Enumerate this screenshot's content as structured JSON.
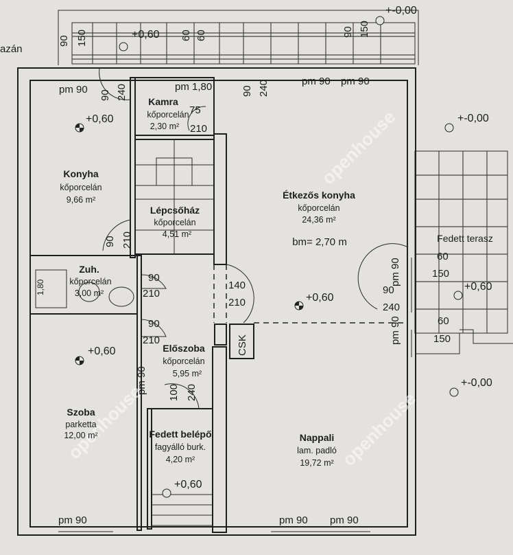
{
  "rooms": {
    "konyha": {
      "name": "Konyha",
      "floor": "kőporcelán",
      "area": "9,66 m²"
    },
    "kamra": {
      "name": "Kamra",
      "floor": "kőporcelán",
      "area": "2,30 m²"
    },
    "lepcsohaz": {
      "name": "Lépcsőház",
      "floor": "kőporcelán",
      "area": "4,51 m²"
    },
    "etkezos": {
      "name": "Étkezős konyha",
      "floor": "kőporcelán",
      "area": "24,36 m²",
      "height": "bm= 2,70 m"
    },
    "zuh": {
      "name": "Zuh.",
      "floor": "kőporcelán",
      "area": "3,00 m²"
    },
    "szoba": {
      "name": "Szoba",
      "floor": "parketta",
      "area": "12,00 m²"
    },
    "eloszoba": {
      "name": "Előszoba",
      "floor": "kőporcelán",
      "area": "5,95 m²"
    },
    "fedett_belepo": {
      "name": "Fedett belépő",
      "floor": "fagyálló burk.",
      "area": "4,20 m²"
    },
    "nappali": {
      "name": "Nappali",
      "floor": "lam. padló",
      "area": "19,72 m²"
    },
    "terasz": {
      "name": "Fedett terasz"
    }
  },
  "levels": {
    "plus060": "+0,60",
    "zero": "+-0,00"
  },
  "labels": {
    "csk": "CSK",
    "kemeny": "azán"
  },
  "dims": {
    "pm90": "pm 90",
    "pm180": "pm 1,80",
    "d90": "90",
    "d150": "150",
    "d60": "60",
    "d240": "240",
    "d210": "210",
    "d75": "75",
    "d140": "140",
    "d100": "100",
    "d180": "1,80"
  },
  "watermark": "openhouse"
}
